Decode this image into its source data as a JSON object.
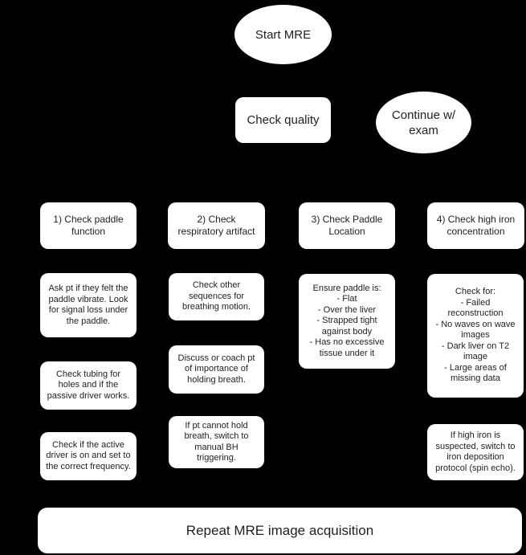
{
  "colors": {
    "background": "#000000",
    "node_fill": "#ffffff",
    "text": "#1f1f1f"
  },
  "flowchart": {
    "start": {
      "label": "Start MRE"
    },
    "check_quality": {
      "label": "Check quality"
    },
    "continue_exam": {
      "label": "Continue w/\nexam"
    },
    "columns": [
      {
        "header": "1) Check paddle\nfunction",
        "boxes": [
          "Ask pt if they felt the\npaddle vibrate. Look\nfor signal loss under\nthe paddle.",
          "Check tubing for\nholes and if the\npassive driver works.",
          "Check if the active\ndriver is on and set to\nthe correct frequency."
        ]
      },
      {
        "header": "2) Check\nrespiratory artifact",
        "boxes": [
          "Check other\nsequences for\nbreathing motion.",
          "Discuss or coach pt\nof importance of\nholding breath.",
          "If pt cannot hold\nbreath, switch to\nmanual BH\ntriggering."
        ]
      },
      {
        "header": "3) Check Paddle\nLocation",
        "boxes": [
          "Ensure paddle is:\n- Flat\n- Over the liver\n- Strapped tight\nagainst body\n- Has no excessive\ntissue under it"
        ]
      },
      {
        "header": "4) Check high iron\nconcentration",
        "boxes": [
          "Check for:\n- Failed\nreconstruction\n- No waves on wave\nimages\n- Dark liver on T2\nimage\n- Large areas of\nmissing data",
          "If high iron is\nsuspected, switch to\niron deposition\nprotocol (spin echo)."
        ]
      }
    ],
    "repeat": {
      "label": "Repeat MRE image acquisition"
    }
  }
}
